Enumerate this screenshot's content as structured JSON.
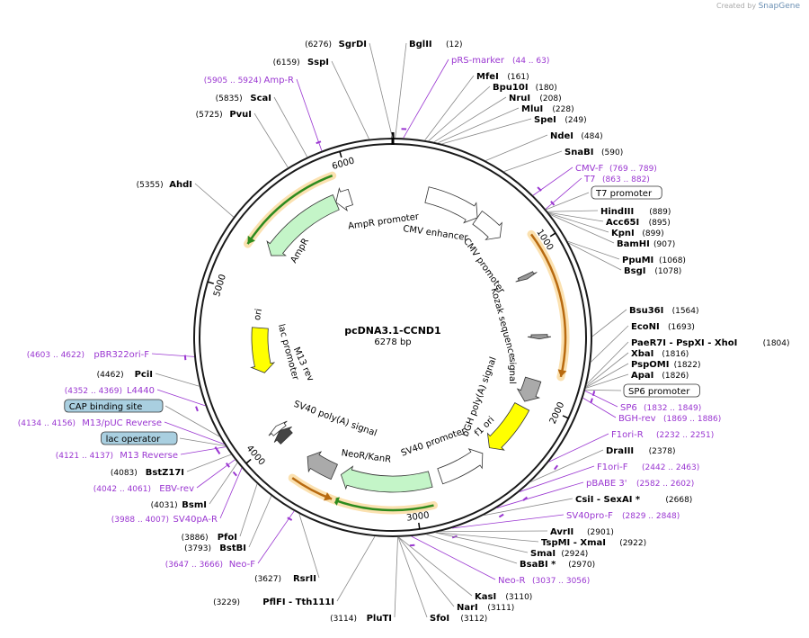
{
  "watermark": {
    "created_by": "Created by",
    "brand": "SnapGene"
  },
  "map": {
    "name": "pcDNA3.1-CCND1",
    "length_label": "6278 bp",
    "length": 6278
  },
  "ticks": [
    "1000",
    "2000",
    "3000",
    "4000",
    "5000",
    "6000"
  ],
  "sites": [
    {
      "name": "SgrDI",
      "coord": "(6276)",
      "pos": 6276
    },
    {
      "name": "BglII",
      "coord": "(12)",
      "pos": 12
    },
    {
      "name": "pRS-marker",
      "coord": "(44 .. 63)",
      "pos": 53,
      "kind": "primer"
    },
    {
      "name": "MfeI",
      "coord": "(161)",
      "pos": 161
    },
    {
      "name": "Bpu10I",
      "coord": "(180)",
      "pos": 180
    },
    {
      "name": "NruI",
      "coord": "(208)",
      "pos": 208
    },
    {
      "name": "MluI",
      "coord": "(228)",
      "pos": 228
    },
    {
      "name": "SpeI",
      "coord": "(249)",
      "pos": 249
    },
    {
      "name": "NdeI",
      "coord": "(484)",
      "pos": 484
    },
    {
      "name": "SnaBI",
      "coord": "(590)",
      "pos": 590
    },
    {
      "name": "CMV-F",
      "coord": "(769 .. 789)",
      "pos": 779,
      "kind": "primer"
    },
    {
      "name": "T7",
      "coord": "(863 .. 882)",
      "pos": 872,
      "kind": "primer"
    },
    {
      "name": "T7 promoter",
      "coord": "",
      "pos": 875,
      "kind": "feature"
    },
    {
      "name": "HindIII",
      "coord": "(889)",
      "pos": 889
    },
    {
      "name": "Acc65I",
      "coord": "(895)",
      "pos": 895
    },
    {
      "name": "KpnI",
      "coord": "(899)",
      "pos": 899
    },
    {
      "name": "BamHI",
      "coord": "(907)",
      "pos": 907
    },
    {
      "name": "PpuMI",
      "coord": "(1068)",
      "pos": 1068
    },
    {
      "name": "BsgI",
      "coord": "(1078)",
      "pos": 1078
    },
    {
      "name": "Bsu36I",
      "coord": "(1564)",
      "pos": 1564
    },
    {
      "name": "EcoNI",
      "coord": "(1693)",
      "pos": 1693
    },
    {
      "name": "PaeR7I - PspXI - XhoI",
      "coord": "(1804)",
      "pos": 1804
    },
    {
      "name": "XbaI",
      "coord": "(1816)",
      "pos": 1816
    },
    {
      "name": "PspOMI",
      "coord": "(1822)",
      "pos": 1822
    },
    {
      "name": "ApaI",
      "coord": "(1826)",
      "pos": 1826
    },
    {
      "name": "SP6 promoter",
      "coord": "",
      "pos": 1835,
      "kind": "feature"
    },
    {
      "name": "SP6",
      "coord": "(1832 .. 1849)",
      "pos": 1840,
      "kind": "primer"
    },
    {
      "name": "BGH-rev",
      "coord": "(1869 .. 1886)",
      "pos": 1877,
      "kind": "primer"
    },
    {
      "name": "F1ori-R",
      "coord": "(2232 .. 2251)",
      "pos": 2241,
      "kind": "primer"
    },
    {
      "name": "DraIII",
      "coord": "(2378)",
      "pos": 2378
    },
    {
      "name": "F1ori-F",
      "coord": "(2442 .. 2463)",
      "pos": 2452,
      "kind": "primer"
    },
    {
      "name": "pBABE 3'",
      "coord": "(2582 .. 2602)",
      "pos": 2592,
      "kind": "primer"
    },
    {
      "name": "CsiI - SexAI *",
      "coord": "(2668)",
      "pos": 2668
    },
    {
      "name": "SV40pro-F",
      "coord": "(2829 .. 2848)",
      "pos": 2838,
      "kind": "primer"
    },
    {
      "name": "AvrII",
      "coord": "(2901)",
      "pos": 2901
    },
    {
      "name": "TspMI - XmaI",
      "coord": "(2922)",
      "pos": 2922
    },
    {
      "name": "SmaI",
      "coord": "(2924)",
      "pos": 2924
    },
    {
      "name": "BsaBI *",
      "coord": "(2970)",
      "pos": 2970
    },
    {
      "name": "Neo-R",
      "coord": "(3037 .. 3056)",
      "pos": 3046,
      "kind": "primer"
    },
    {
      "name": "KasI",
      "coord": "(3110)",
      "pos": 3110
    },
    {
      "name": "NarI",
      "coord": "(3111)",
      "pos": 3111
    },
    {
      "name": "SfoI",
      "coord": "(3112)",
      "pos": 3112
    },
    {
      "name": "PluTI",
      "coord": "(3114)",
      "pos": 3114
    },
    {
      "name": "PflFI - Tth111I",
      "coord": "(3229)",
      "pos": 3229
    },
    {
      "name": "RsrII",
      "coord": "(3627)",
      "pos": 3627
    },
    {
      "name": "Neo-F",
      "coord": "(3647 .. 3666)",
      "pos": 3656,
      "kind": "primer"
    },
    {
      "name": "BstBI",
      "coord": "(3793)",
      "pos": 3793
    },
    {
      "name": "PfoI",
      "coord": "(3886)",
      "pos": 3886
    },
    {
      "name": "SV40pA-R",
      "coord": "(3988 .. 4007)",
      "pos": 3997,
      "kind": "primer"
    },
    {
      "name": "BsmI",
      "coord": "(4031)",
      "pos": 4031
    },
    {
      "name": "EBV-rev",
      "coord": "(4042 .. 4061)",
      "pos": 4051,
      "kind": "primer"
    },
    {
      "name": "BstZ17I",
      "coord": "(4083)",
      "pos": 4083
    },
    {
      "name": "M13 Reverse",
      "coord": "(4121 .. 4137)",
      "pos": 4129,
      "kind": "primer"
    },
    {
      "name": "lac operator",
      "coord": "",
      "pos": 4135,
      "kind": "feature-blue"
    },
    {
      "name": "M13/pUC Reverse",
      "coord": "(4134 .. 4156)",
      "pos": 4145,
      "kind": "primer"
    },
    {
      "name": "CAP binding site",
      "coord": "",
      "pos": 4190,
      "kind": "feature-blue"
    },
    {
      "name": "L4440",
      "coord": "(4352 .. 4369)",
      "pos": 4360,
      "kind": "primer"
    },
    {
      "name": "PciI",
      "coord": "(4462)",
      "pos": 4462
    },
    {
      "name": "pBR322ori-F",
      "coord": "(4603 .. 4622)",
      "pos": 4612,
      "kind": "primer"
    },
    {
      "name": "AhdI",
      "coord": "(5355)",
      "pos": 5355
    },
    {
      "name": "PvuI",
      "coord": "(5725)",
      "pos": 5725
    },
    {
      "name": "ScaI",
      "coord": "(5835)",
      "pos": 5835
    },
    {
      "name": "Amp-R",
      "coord": "(5905 .. 5924)",
      "pos": 5914,
      "kind": "primer"
    },
    {
      "name": "SspI",
      "coord": "(6159)",
      "pos": 6159
    }
  ],
  "features": [
    {
      "name": "AmpR",
      "start": 5300,
      "end": 5880,
      "dir": -1,
      "color": "#c4f5c8",
      "ring": 0
    },
    {
      "name": "AmpR promoter",
      "start": 5880,
      "end": 5985,
      "dir": -1,
      "color": "#ffffff",
      "ring": 0
    },
    {
      "name": "CMV enhancer",
      "start": 235,
      "end": 615,
      "dir": 1,
      "color": "#ffffff",
      "ring": 0
    },
    {
      "name": "CMV promoter",
      "start": 615,
      "end": 820,
      "dir": 1,
      "color": "#ffffff",
      "ring": 0
    },
    {
      "name": "Kozak sequence",
      "start": 1130,
      "end": 1160,
      "dir": 1,
      "color": "#999999",
      "ring": 0
    },
    {
      "name": "signal",
      "start": 1550,
      "end": 1580,
      "dir": 1,
      "color": "#999999",
      "ring": 0
    },
    {
      "name": "bGH poly(A) signal",
      "start": 1860,
      "end": 2020,
      "dir": 1,
      "color": "#aaaaaa",
      "ring": 0
    },
    {
      "name": "f1 ori",
      "start": 2060,
      "end": 2420,
      "dir": 1,
      "color": "#ffff00",
      "ring": 0
    },
    {
      "name": "SV40 promoter",
      "start": 2480,
      "end": 2810,
      "dir": -1,
      "color": "#ffffff",
      "ring": 0
    },
    {
      "name": "NeoR/KanR",
      "start": 2880,
      "end": 3500,
      "dir": 1,
      "color": "#c4f5c8",
      "ring": 0
    },
    {
      "name": "SV40 poly(A) signal",
      "start": 3550,
      "end": 3760,
      "dir": 1,
      "color": "#aaaaaa",
      "ring": 0
    },
    {
      "name": "M13 rev",
      "start": 3950,
      "end": 4020,
      "dir": 1,
      "color": "#444444",
      "ring": 0
    },
    {
      "name": "lac promoter",
      "start": 4020,
      "end": 4060,
      "dir": 1,
      "color": "#ffffff",
      "ring": 0
    },
    {
      "name": "ori",
      "start": 4440,
      "end": 4780,
      "dir": -1,
      "color": "#ffff00",
      "ring": 1
    }
  ],
  "inner_labels": [
    {
      "name": "AmpR promoter"
    },
    {
      "name": "CMV enhancer"
    },
    {
      "name": "CMV promoter"
    },
    {
      "name": "Kozak sequence"
    },
    {
      "name": "signal"
    },
    {
      "name": "bGH poly(A) signal"
    },
    {
      "name": "f1 ori"
    },
    {
      "name": "SV40 promoter"
    },
    {
      "name": "NeoR/KanR"
    },
    {
      "name": "SV40 poly(A) signal"
    },
    {
      "name": "M13 rev"
    },
    {
      "name": "lac promoter"
    },
    {
      "name": "ori"
    },
    {
      "name": "AmpR"
    }
  ],
  "outer_arcs": [
    {
      "name": "AmpR-outer",
      "start": 5280,
      "end": 5920,
      "dir": -1,
      "color": "#2e8b1e"
    },
    {
      "name": "insert-outer",
      "start": 930,
      "end": 1800,
      "dir": 1,
      "color": "#b86a10"
    },
    {
      "name": "NeoR-outer",
      "start": 2900,
      "end": 3500,
      "dir": 1,
      "color": "#2e8b1e"
    },
    {
      "name": "SV40-outer",
      "start": 3500,
      "end": 3760,
      "dir": -1,
      "color": "#b86a10"
    }
  ],
  "colors": {
    "backbone": "#1a1a1a",
    "primer": "#9a36d1",
    "enzyme_line": "#888888",
    "feature_box_border": "#333333",
    "blue_feature": "#a9cfe0"
  }
}
